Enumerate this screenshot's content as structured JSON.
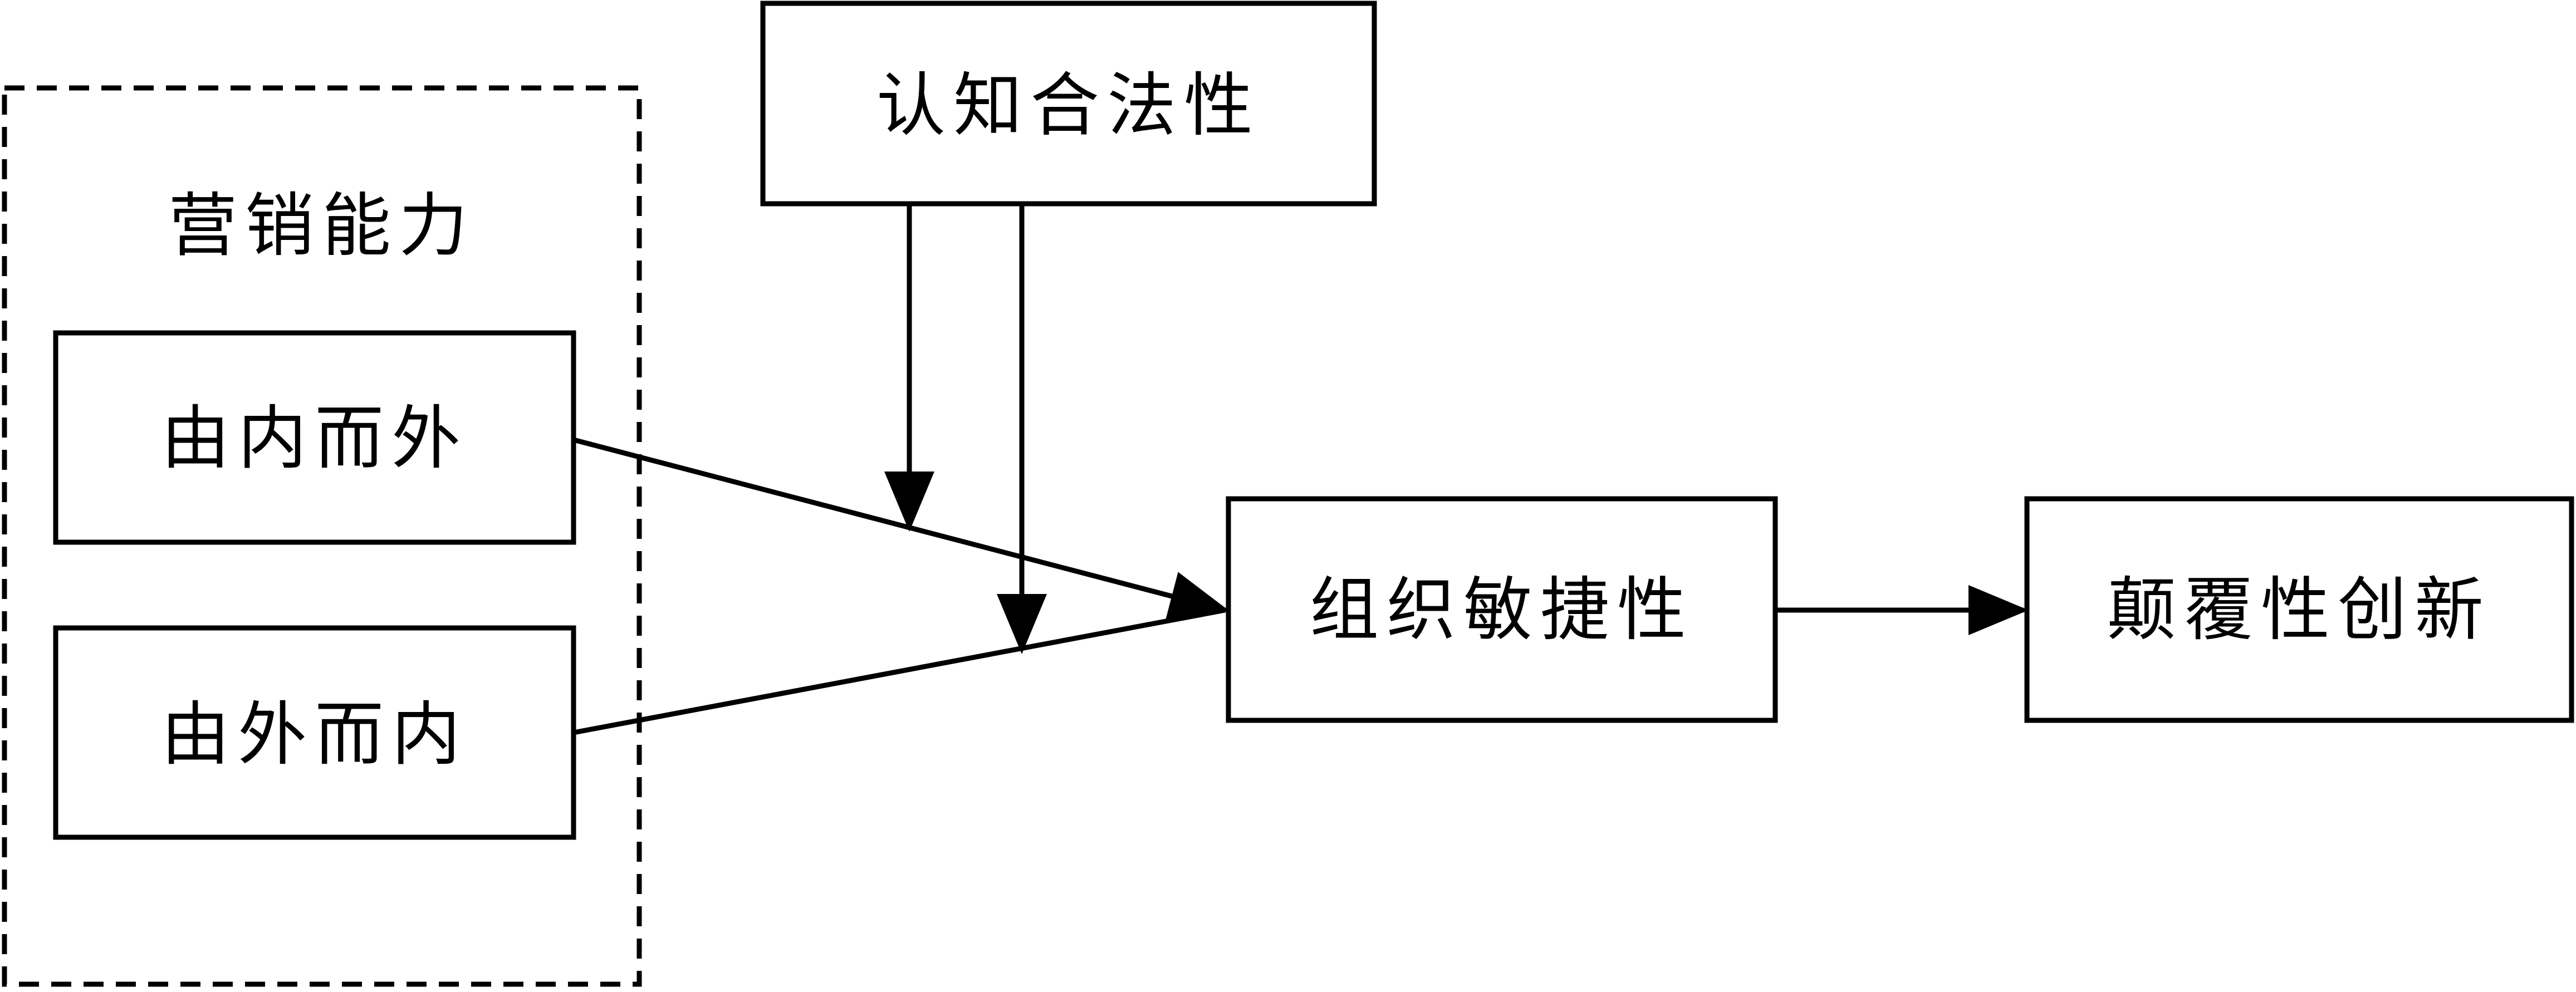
{
  "nodes": {
    "marketing_capability": "营销能力",
    "inside_out": "由内而外",
    "outside_in": "由外而内",
    "cognitive_legitimacy": "认知合法性",
    "organizational_agility": "组织敏捷性",
    "disruptive_innovation": "颠覆性创新"
  },
  "edges": [
    {
      "from": "inside_out",
      "to": "organizational_agility"
    },
    {
      "from": "outside_in",
      "to": "organizational_agility"
    },
    {
      "from": "cognitive_legitimacy",
      "to": "inside_out→organizational_agility"
    },
    {
      "from": "cognitive_legitimacy",
      "to": "outside_in→organizational_agility"
    },
    {
      "from": "organizational_agility",
      "to": "disruptive_innovation"
    }
  ],
  "colors": {
    "stroke": "#000000",
    "background": "#ffffff"
  }
}
